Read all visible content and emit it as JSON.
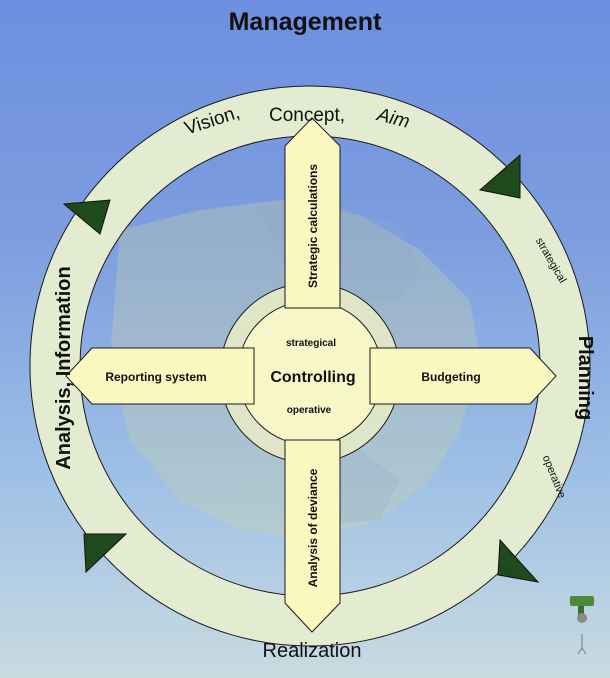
{
  "title": "Management",
  "ring": {
    "top_label_1": "Vision,",
    "top_label_2": "Concept,",
    "top_label_3": "Aim",
    "right_label": "Planning",
    "right_upper_label": "strategical",
    "right_lower_label": "operative",
    "bottom_label": "Realization",
    "left_label": "Analysis, Information"
  },
  "center": {
    "label": "Controlling",
    "upper_label": "strategical",
    "lower_label": "operative"
  },
  "arrows": {
    "top": "Strategic calculations",
    "bottom": "Analysis of deviance",
    "left": "Reporting system",
    "right": "Budgeting"
  },
  "colors": {
    "ring_fill": "#dfe8c8",
    "arrow_fill": "#fbf7c0",
    "triangle_fill": "#1f4a1c",
    "stroke": "#1a1a1a"
  }
}
